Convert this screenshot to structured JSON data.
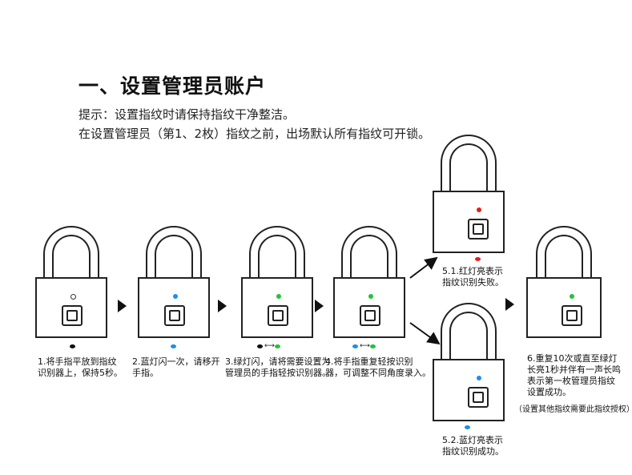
{
  "title": "一、设置管理员账户",
  "notes": {
    "line1": "提示：设置指纹时请保持指纹干净整洁。",
    "line2": "在设置管理员（第1、2枚）指纹之前，出场默认所有指纹可开锁。"
  },
  "steps": {
    "s1": {
      "line1": "1.将手指平放到指纹",
      "line2": "识别器上，保持5秒。",
      "led": "off"
    },
    "s2": {
      "line1": "2.蓝灯闪一次，请移开",
      "line2": "手指。",
      "led": "blue"
    },
    "s3": {
      "line1": "3.绿灯闪，请将需要设置为",
      "line2": "管理员的手指轻按识别器。",
      "led": "green"
    },
    "s4": {
      "line1": "4.将手指重复轻按识别",
      "line2": "器，可调整不同角度录入。",
      "led": "green"
    },
    "s51": {
      "line1": "5.1.红灯亮表示",
      "line2": "指纹识别失败。",
      "led": "red"
    },
    "s52": {
      "line1": "5.2.蓝灯亮表示",
      "line2": "指纹识别成功。",
      "led": "blue"
    },
    "s6": {
      "line1": "6.重复10次或直至绿灯",
      "line2": "长亮1秒并伴有一声长鸣",
      "line3": "表示第一枚管理员指纹",
      "line4": "设置成功。",
      "line5": "（设置其他指纹需要此指纹授权）",
      "led": "green"
    }
  },
  "colors": {
    "red": "#e0201a",
    "blue": "#1f8ee6",
    "green": "#22c23a",
    "line": "#222222"
  }
}
